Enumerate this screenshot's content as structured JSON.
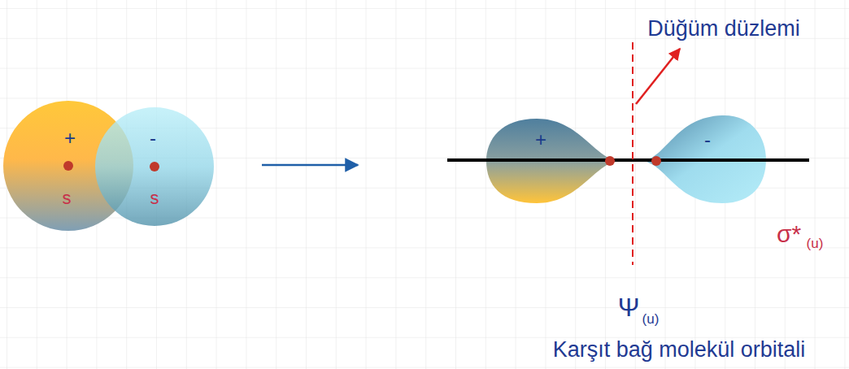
{
  "diagram": {
    "nodes": [
      {
        "text": [
          "+"
        ]
      },
      {
        "text": [
          "-"
        ]
      },
      {
        "text": [
          "+"
        ]
      },
      {
        "text": [
          "-"
        ]
      }
    ],
    "labels": [
      "s",
      "s",
      "Düğüm düzlemi",
      "σ*",
      "(u)",
      "Ψ",
      "(u)",
      "Karşıt bağ molekül orbitali"
    ]
  }
}
